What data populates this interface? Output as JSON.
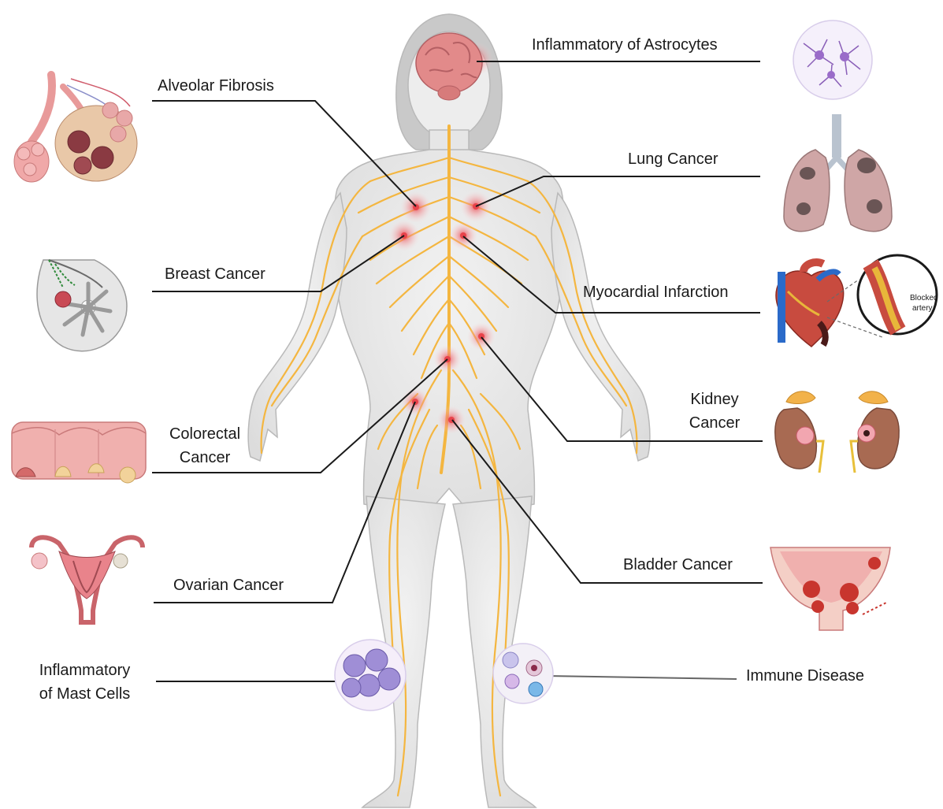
{
  "labels": {
    "astrocytes": "Inflammatory of Astrocytes",
    "alveolar": "Alveolar Fibrosis",
    "lung": "Lung Cancer",
    "breast": "Breast Cancer",
    "myocardial": "Myocardial Infarction",
    "kidney_1": "Kidney",
    "kidney_2": "Cancer",
    "colorectal_1": "Colorectal",
    "colorectal_2": "Cancer",
    "ovarian": "Ovarian Cancer",
    "bladder": "Bladder Cancer",
    "mast_1": "Inflammatory",
    "mast_2": "of Mast Cells",
    "immune": "Immune Disease",
    "blocked_1": "Blocked",
    "blocked_2": "artery"
  },
  "colors": {
    "nerve": "#f4b640",
    "body": "#e8e8e8",
    "body_outline": "#b9b9b9",
    "hotspot": "#e8434b",
    "leader_line": "#1a1a1a"
  }
}
